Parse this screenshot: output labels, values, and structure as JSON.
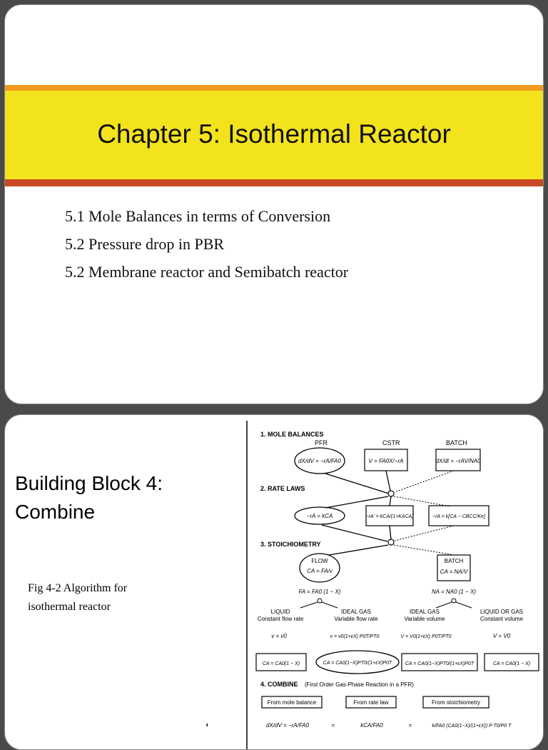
{
  "slide1": {
    "title": "Chapter 5: Isothermal Reactor",
    "sections": [
      "5.1 Mole Balances in terms of Conversion",
      "5.2 Pressure drop in PBR",
      "5.2 Membrane reactor and Semibatch reactor"
    ]
  },
  "slide2": {
    "heading_line1": "Building Block 4:",
    "heading_line2": "Combine",
    "caption_line1": "Fig 4-2 Algorithm for",
    "caption_line2": "isothermal reactor",
    "figure": {
      "step1": "1. MOLE BALANCES",
      "step2": "2. RATE LAWS",
      "step3": "3. STOICHIOMETRY",
      "step4": "4. COMBINE",
      "step4_note": "(First Order Gas-Phase Reaction in a PFR)",
      "pfr": "PFR",
      "cstr": "CSTR",
      "batch": "BATCH",
      "flow": "FLOW",
      "batch2": "BATCH",
      "liquid": "LIQUID",
      "liquid_sub": "Constant flow rate",
      "ideal_gas_1": "IDEAL GAS",
      "ideal_gas_1_sub": "Variable flow rate",
      "ideal_gas_2": "IDEAL GAS",
      "ideal_gas_2_sub": "Variable volume",
      "liquid_or_gas": "LIQUID OR GAS",
      "liquid_or_gas_sub": "Constant volume",
      "from_mole_balance": "From mole balance",
      "from_rate_law": "From rate law",
      "from_stoichiometry": "From stoichiometry"
    }
  }
}
